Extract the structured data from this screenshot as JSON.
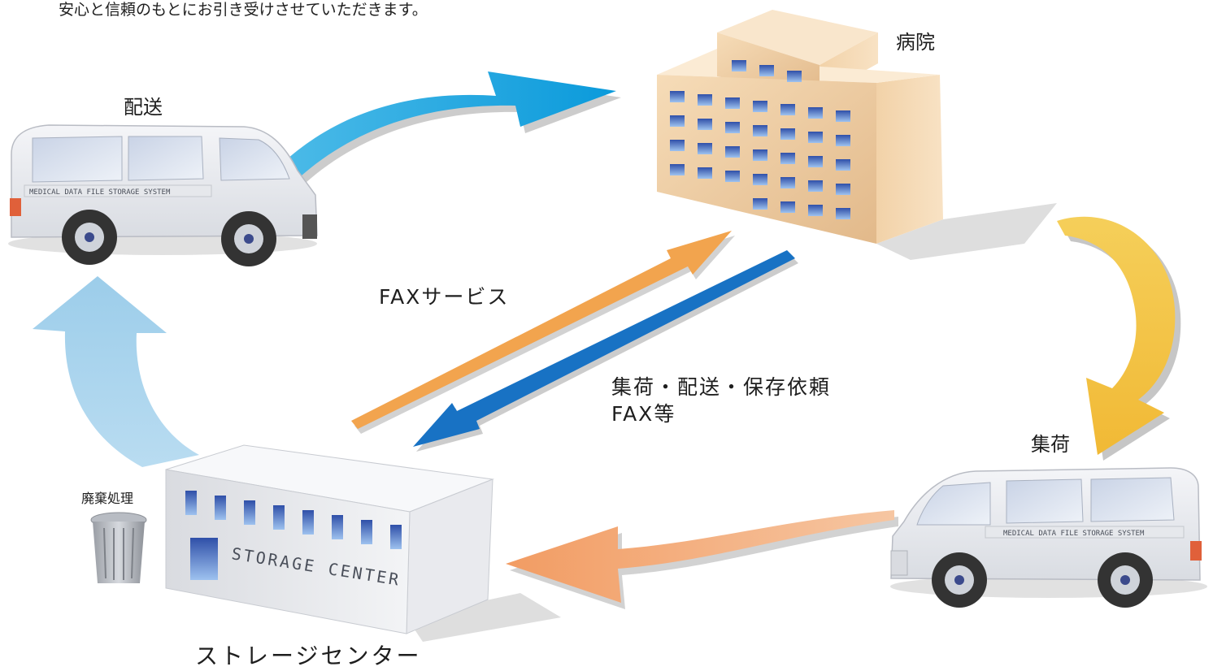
{
  "intro_text": "安心と信頼のもとにお引き受けさせていただきます。",
  "labels": {
    "hospital": "病院",
    "delivery": "配送",
    "fax_service": "FAXサービス",
    "request_line1": "集荷・配送・保存依頼",
    "request_line2": "FAX等",
    "pickup": "集荷",
    "disposal": "廃棄処理",
    "storage_center": "ストレージセンター"
  },
  "van_side_text": "MEDICAL DATA FILE STORAGE SYSTEM",
  "building_sign": "STORAGE CENTER",
  "colors": {
    "arrow_delivery_to_hospital": "#1aa6e0",
    "arrow_hospital_to_pickup": "#f3c043",
    "arrow_pickup_to_storage": "#f3a26e",
    "arrow_storage_to_delivery": "#a9d3ee",
    "arrow_fax_service": "#f2a44e",
    "arrow_fax_request": "#1872c4"
  }
}
